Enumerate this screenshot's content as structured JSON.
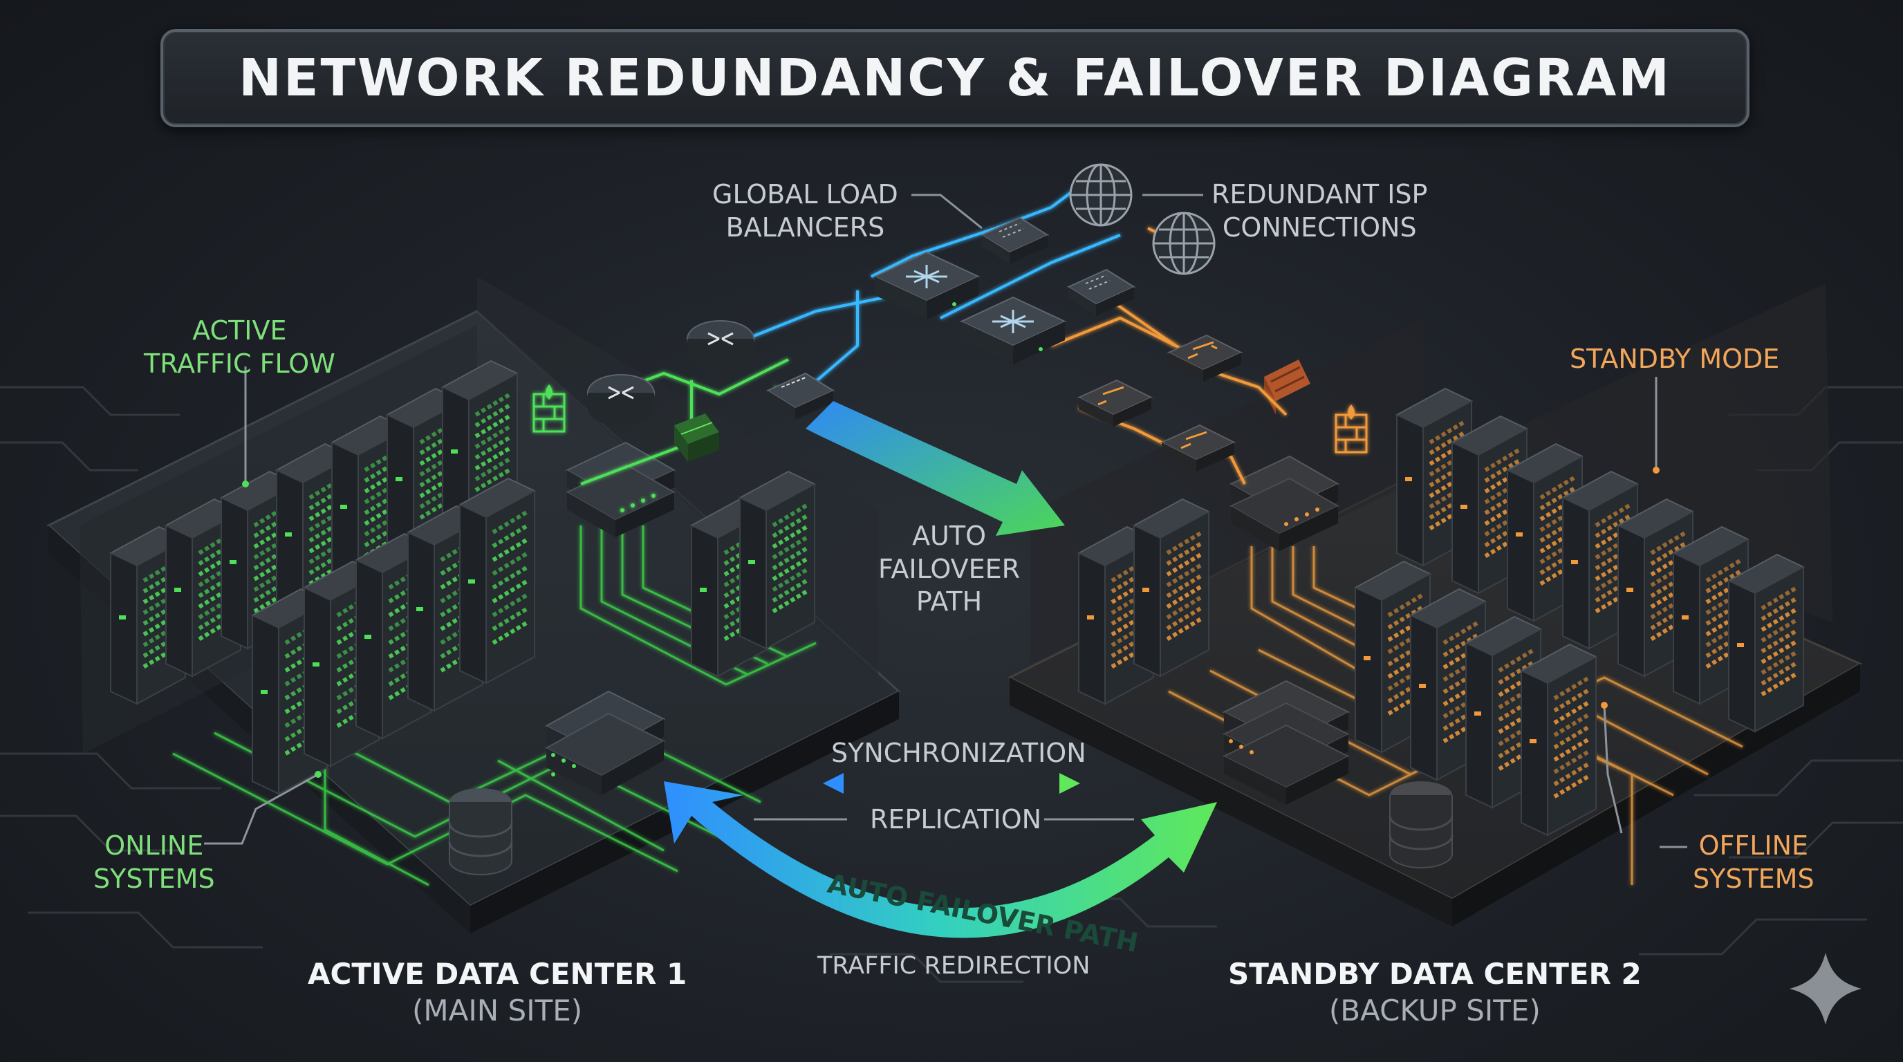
{
  "title": "NETWORK REDUNDANCY & FAILOVER DIAGRAM",
  "labels": {
    "global_lb": [
      "GLOBAL LOAD",
      "BALANCERS"
    ],
    "redundant_isp": [
      "REDUNDANT ISP",
      "CONNECTIONS"
    ],
    "active_traffic": [
      "ACTIVE",
      "TRAFFIC FLOW"
    ],
    "standby_mode": "STANDBY MODE",
    "auto_failover_top": [
      "AUTO",
      "FAILOVEER",
      "PATH"
    ],
    "synchronization": "SYNCHRONIZATION",
    "replication": "REPLICATION",
    "auto_failover_arc": "AUTO FAILOVER PATH",
    "traffic_redirection": "TRAFFIC REDIRECTION",
    "online_systems": [
      "ONLINE",
      "SYSTEMS"
    ],
    "offline_systems": [
      "OFFLINE",
      "SYSTEMS"
    ],
    "dc1_name": "ACTIVE DATA CENTER 1",
    "dc1_sub": "(MAIN SITE)",
    "dc2_name": "STANDBY DATA CENTER 2",
    "dc2_sub": "(BACKUP SITE)"
  },
  "colors": {
    "active": "#4fe05a",
    "standby": "#f29a3a",
    "link_blue": "#39b8ff",
    "text": "#c7ccd2"
  }
}
